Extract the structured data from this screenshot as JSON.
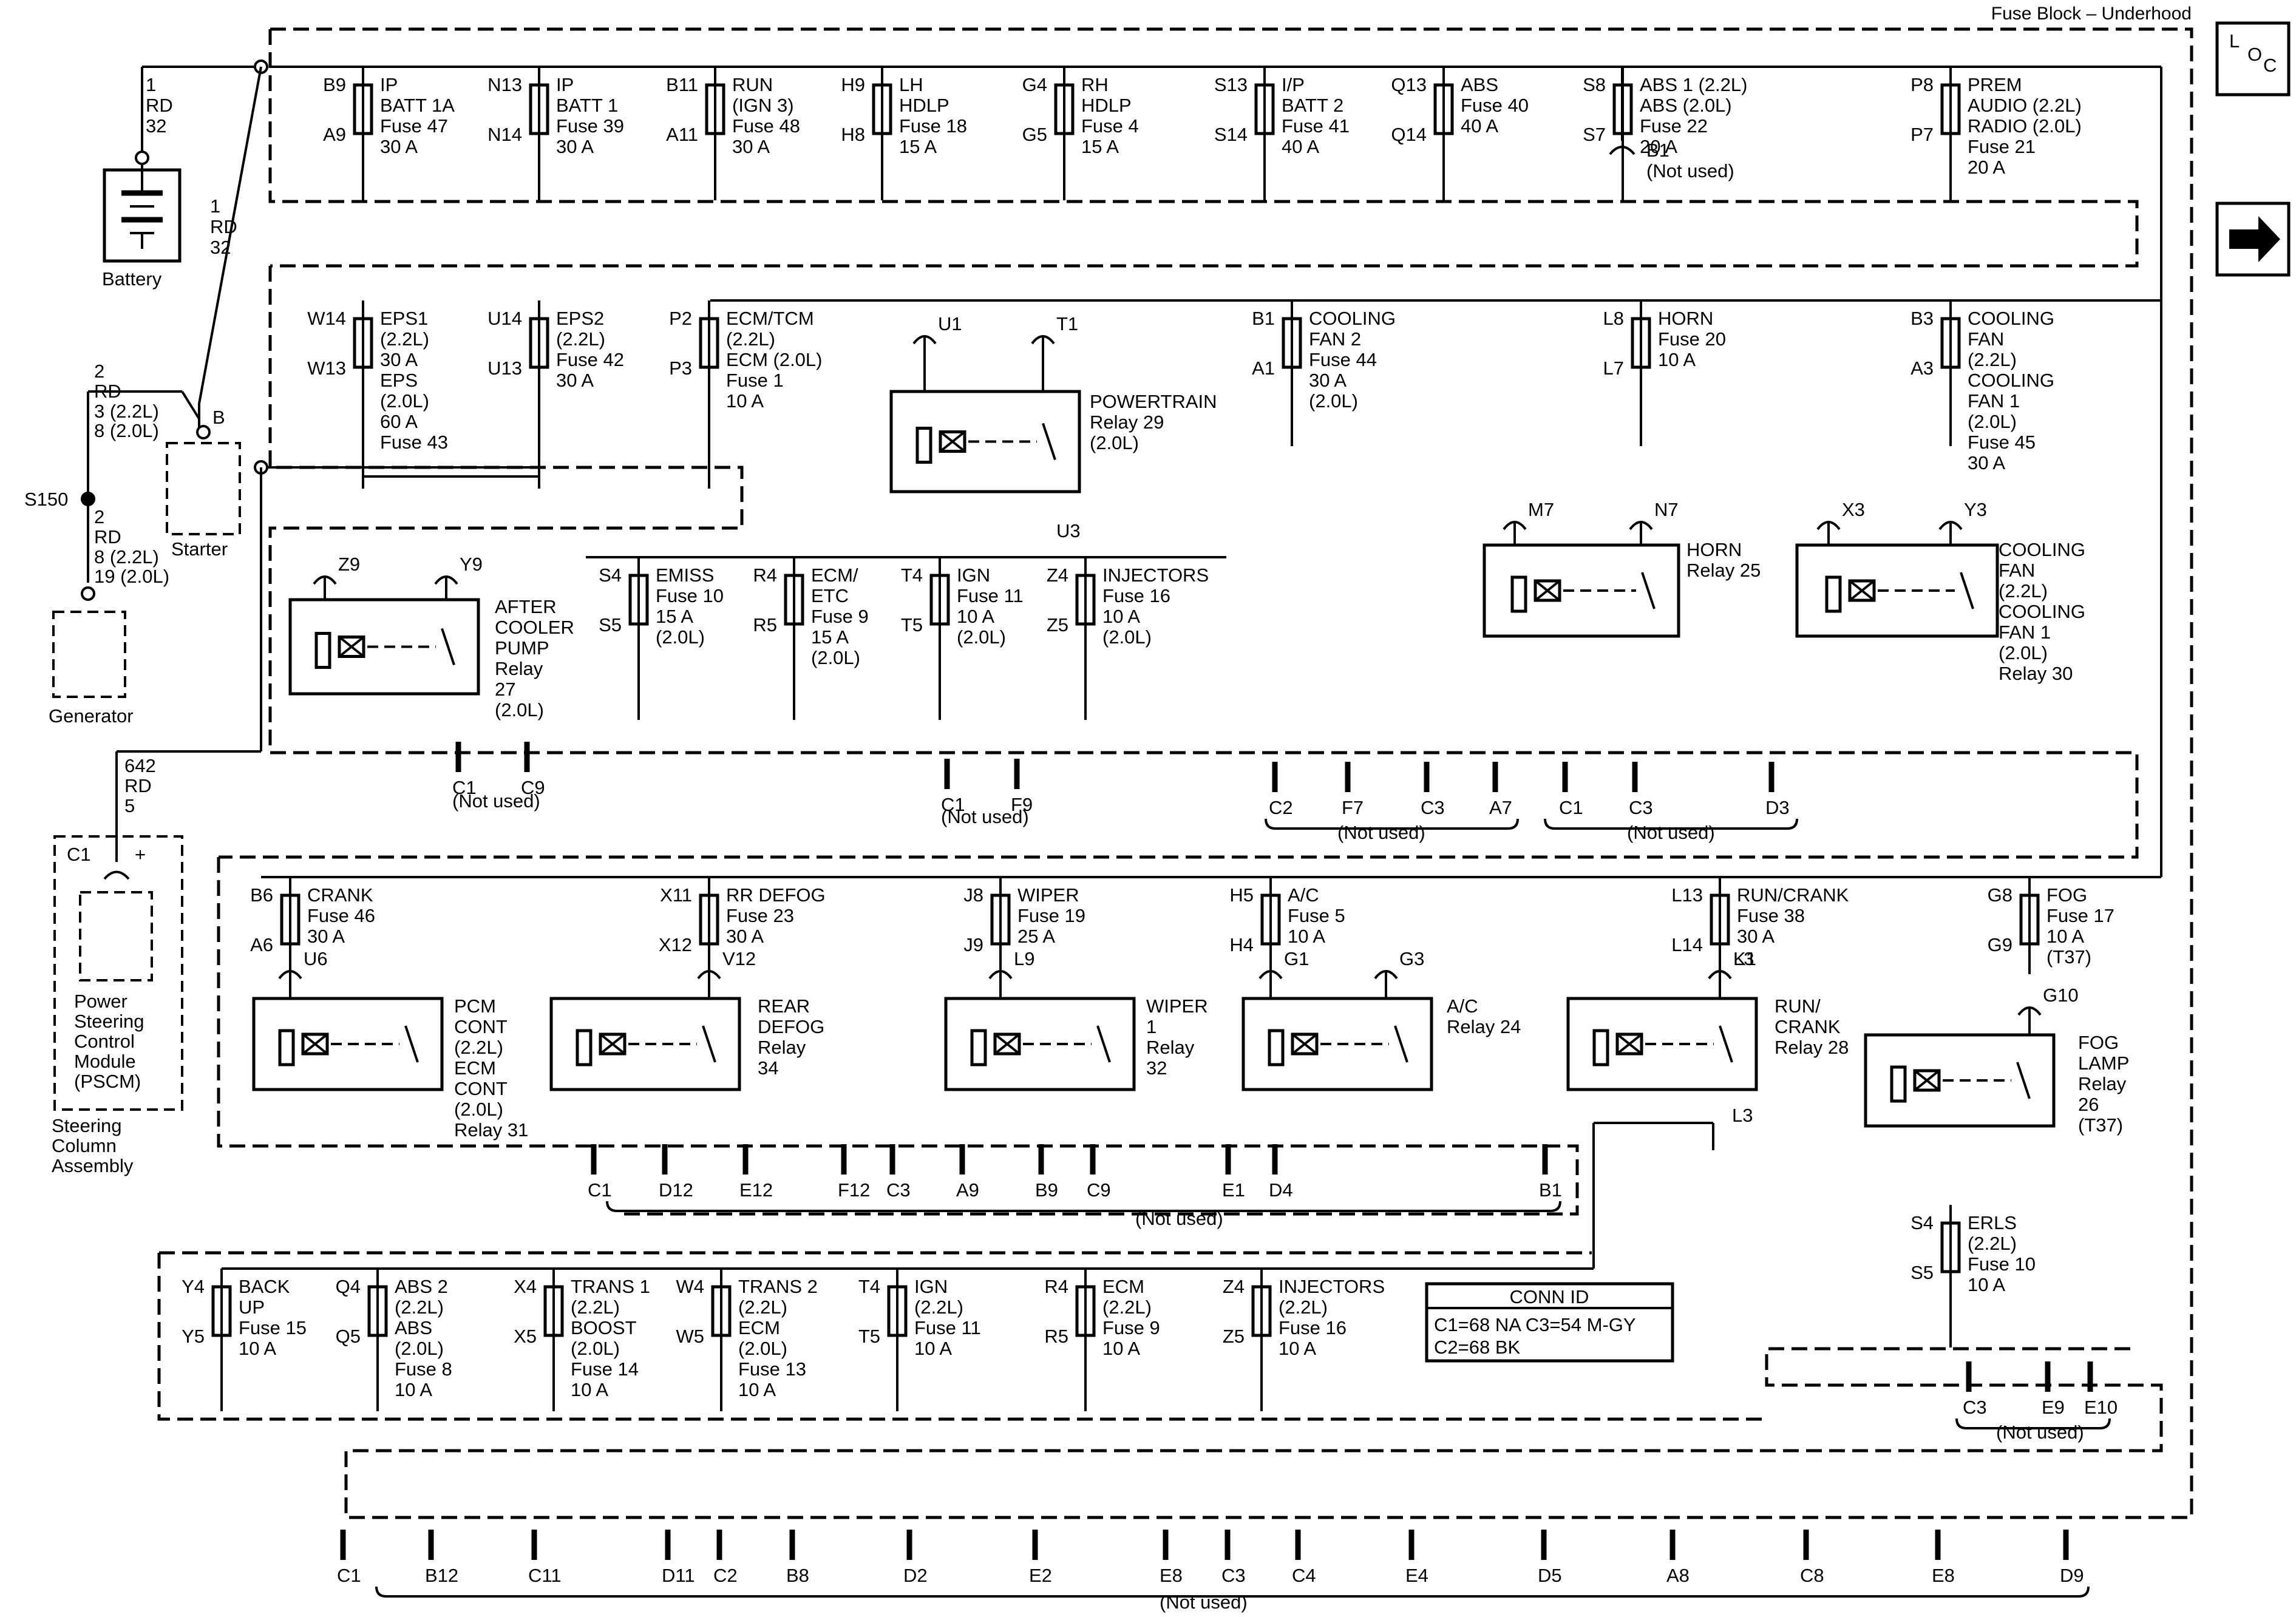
{
  "title": "Fuse Block – Underhood",
  "loc_label": "L O C",
  "components": {
    "battery": "Battery",
    "starter": "Starter",
    "generator": "Generator",
    "splice": "S150",
    "pscm": [
      "Power",
      "Steering",
      "Control",
      "Module",
      "(PSCM)"
    ],
    "steering": [
      "Steering",
      "Column",
      "Assembly"
    ]
  },
  "wires": {
    "bat_rd": [
      "1",
      "RD",
      "32"
    ],
    "bat2_rd": [
      "1",
      "RD",
      "32"
    ],
    "starter_rd": [
      "2",
      "RD",
      "3 (2.2L)",
      "8 (2.0L)"
    ],
    "gen_rd": [
      "2",
      "RD",
      "8 (2.2L)",
      "19 (2.0L)"
    ],
    "pscm_rd": [
      "642",
      "RD",
      "5"
    ],
    "starter_pin": "B",
    "pscm_c1": "C1",
    "pscm_plus": "+"
  },
  "row1_fuses": [
    {
      "top": "B9",
      "bot": "A9",
      "label": [
        "IP",
        "BATT 1A",
        "Fuse 47",
        "30 A"
      ]
    },
    {
      "top": "N13",
      "bot": "N14",
      "label": [
        "IP",
        "BATT 1",
        "Fuse 39",
        "30 A"
      ]
    },
    {
      "top": "B11",
      "bot": "A11",
      "label": [
        "RUN",
        "(IGN 3)",
        "Fuse 48",
        "30 A"
      ]
    },
    {
      "top": "H9",
      "bot": "H8",
      "label": [
        "LH",
        "HDLP",
        "Fuse 18",
        "15 A"
      ]
    },
    {
      "top": "G4",
      "bot": "G5",
      "label": [
        "RH",
        "HDLP",
        "Fuse 4",
        "15 A"
      ]
    },
    {
      "top": "S13",
      "bot": "S14",
      "label": [
        "I/P",
        "BATT 2",
        "Fuse 41",
        "40 A"
      ]
    },
    {
      "top": "Q13",
      "bot": "Q14",
      "label": [
        "ABS",
        "Fuse 40",
        "40 A"
      ]
    },
    {
      "top": "S8",
      "bot": "S7",
      "label": [
        "ABS 1 (2.2L)",
        "ABS (2.0L)",
        "Fuse 22",
        "20 A"
      ]
    },
    {
      "top": "P8",
      "bot": "P7",
      "label": [
        "PREM",
        "AUDIO (2.2L)",
        "RADIO (2.0L)",
        "Fuse 21",
        "20 A"
      ]
    }
  ],
  "row1_b1": [
    "B1",
    "(Not used)"
  ],
  "row2_fuses": [
    {
      "top": "W14",
      "bot": "W13",
      "label": [
        "EPS1",
        "(2.2L)",
        "30 A",
        "EPS",
        "(2.0L)",
        "60 A",
        "Fuse 43"
      ]
    },
    {
      "top": "U14",
      "bot": "U13",
      "label": [
        "EPS2",
        "(2.2L)",
        "Fuse 42",
        "30 A"
      ]
    },
    {
      "top": "P2",
      "bot": "P3",
      "label": [
        "ECM/TCM",
        "(2.2L)",
        "ECM (2.0L)",
        "Fuse 1",
        "10 A"
      ]
    },
    {
      "top": "B1",
      "bot": "A1",
      "label": [
        "COOLING",
        "FAN 2",
        "Fuse 44",
        "30 A",
        "(2.0L)"
      ]
    },
    {
      "top": "L8",
      "bot": "L7",
      "label": [
        "HORN",
        "Fuse 20",
        "10 A"
      ]
    },
    {
      "top": "B3",
      "bot": "A3",
      "label": [
        "COOLING",
        "FAN",
        "(2.2L)",
        "COOLING",
        "FAN 1",
        "(2.0L)",
        "Fuse 45",
        "30 A"
      ]
    }
  ],
  "row3_fuses": [
    {
      "top": "S4",
      "bot": "S5",
      "label": [
        "EMISS",
        "Fuse 10",
        "15 A",
        "(2.0L)"
      ]
    },
    {
      "top": "R4",
      "bot": "R5",
      "label": [
        "ECM/",
        "ETC",
        "Fuse 9",
        "15 A",
        "(2.0L)"
      ]
    },
    {
      "top": "T4",
      "bot": "T5",
      "label": [
        "IGN",
        "Fuse 11",
        "10 A",
        "(2.0L)"
      ]
    },
    {
      "top": "Z4",
      "bot": "Z5",
      "label": [
        "INJECTORS",
        "Fuse 16",
        "10 A",
        "(2.0L)"
      ]
    }
  ],
  "relays": {
    "powertrain": {
      "pins": [
        "U1",
        "T1",
        "U3"
      ],
      "label": [
        "POWERTRAIN",
        "Relay 29",
        "(2.0L)"
      ]
    },
    "horn": {
      "pins": [
        "M7",
        "N7"
      ],
      "label": [
        "HORN",
        "Relay 25"
      ]
    },
    "coolfan": {
      "pins": [
        "X3",
        "Y3"
      ],
      "label": [
        "COOLING",
        "FAN",
        "(2.2L)",
        "COOLING",
        "FAN 1",
        "(2.0L)",
        "Relay 30"
      ]
    },
    "aftercooler": {
      "pins": [
        "Z9",
        "Y9"
      ],
      "label": [
        "AFTER",
        "COOLER",
        "PUMP",
        "Relay",
        "27",
        "(2.0L)"
      ]
    },
    "pcm": {
      "pins": [
        "U6"
      ],
      "label": [
        "PCM",
        "CONT",
        "(2.2L)",
        "ECM",
        "CONT",
        "(2.0L)",
        "Relay 31"
      ]
    },
    "reardefog": {
      "pins": [
        "V12"
      ],
      "label": [
        "REAR",
        "DEFOG",
        "Relay",
        "34"
      ]
    },
    "wiper": {
      "pins": [
        "L9"
      ],
      "label": [
        "WIPER",
        "1",
        "Relay",
        "32"
      ]
    },
    "ac": {
      "pins": [
        "G1",
        "G3"
      ],
      "label": [
        "A/C",
        "Relay 24"
      ]
    },
    "runcrank": {
      "pins": [
        "K1",
        "L3"
      ],
      "label": [
        "RUN/",
        "CRANK",
        "Relay 28"
      ]
    },
    "foglamp": {
      "pins": [
        "G10"
      ],
      "label": [
        "FOG",
        "LAMP",
        "Relay",
        "26",
        "(T37)"
      ]
    }
  },
  "row4_fuses": [
    {
      "top": "B6",
      "bot": "A6",
      "label": [
        "CRANK",
        "Fuse 46",
        "30 A"
      ]
    },
    {
      "top": "X11",
      "bot": "X12",
      "label": [
        "RR DEFOG",
        "Fuse 23",
        "30 A"
      ]
    },
    {
      "top": "J8",
      "bot": "J9",
      "label": [
        "WIPER",
        "Fuse 19",
        "25 A"
      ]
    },
    {
      "top": "H5",
      "bot": "H4",
      "label": [
        "A/C",
        "Fuse 5",
        "10 A"
      ]
    },
    {
      "top": "L13",
      "bot": "L14",
      "label": [
        "RUN/CRANK",
        "Fuse 38",
        "30 A"
      ]
    },
    {
      "top": "G8",
      "bot": "G9",
      "label": [
        "FOG",
        "Fuse 17",
        "10 A",
        "(T37)"
      ]
    }
  ],
  "row5_fuses": [
    {
      "top": "Y4",
      "bot": "Y5",
      "label": [
        "BACK",
        "UP",
        "Fuse 15",
        "10 A"
      ]
    },
    {
      "top": "Q4",
      "bot": "Q5",
      "label": [
        "ABS 2",
        "(2.2L)",
        "ABS",
        "(2.0L)",
        "Fuse 8",
        "10 A"
      ]
    },
    {
      "top": "X4",
      "bot": "X5",
      "label": [
        "TRANS 1",
        "(2.2L)",
        "BOOST",
        "(2.0L)",
        "Fuse 14",
        "10 A"
      ]
    },
    {
      "top": "W4",
      "bot": "W5",
      "label": [
        "TRANS 2",
        "(2.2L)",
        "ECM",
        "(2.0L)",
        "Fuse 13",
        "10 A"
      ]
    },
    {
      "top": "T4",
      "bot": "T5",
      "label": [
        "IGN",
        "(2.2L)",
        "Fuse 11",
        "10 A"
      ]
    },
    {
      "top": "R4",
      "bot": "R5",
      "label": [
        "ECM",
        "(2.2L)",
        "Fuse 9",
        "10 A"
      ]
    },
    {
      "top": "Z4",
      "bot": "Z5",
      "label": [
        "INJECTORS",
        "(2.2L)",
        "Fuse 16",
        "10 A"
      ]
    },
    {
      "top": "S4",
      "bot": "S5",
      "label": [
        "ERLS",
        "(2.2L)",
        "Fuse 10",
        "10 A"
      ]
    }
  ],
  "conn_id": {
    "title": "CONN ID",
    "line1": "C1=68 NA  C3=54 M-GY",
    "line2": "C2=68 BK"
  },
  "not_used": "(Not used)",
  "connector_groups": {
    "g1": [
      "C1",
      "C9"
    ],
    "g2": [
      "C1",
      "F9"
    ],
    "g3": [
      "C2",
      "F7",
      "C3",
      "A7"
    ],
    "g4": [
      "C1",
      "C3",
      "D3"
    ],
    "g5": [
      "C1",
      "D12",
      "E12",
      "F12",
      "C3",
      "A9",
      "B9",
      "C9",
      "E1",
      "D4",
      "B1"
    ],
    "g6": [
      "C3",
      "E9",
      "E10"
    ],
    "g7": [
      "C1",
      "B12",
      "C11",
      "D11",
      "C2",
      "B8",
      "D2",
      "E2",
      "E8",
      "C3",
      "C4",
      "E4",
      "D5",
      "A8",
      "C8",
      "E8",
      "D9"
    ]
  }
}
